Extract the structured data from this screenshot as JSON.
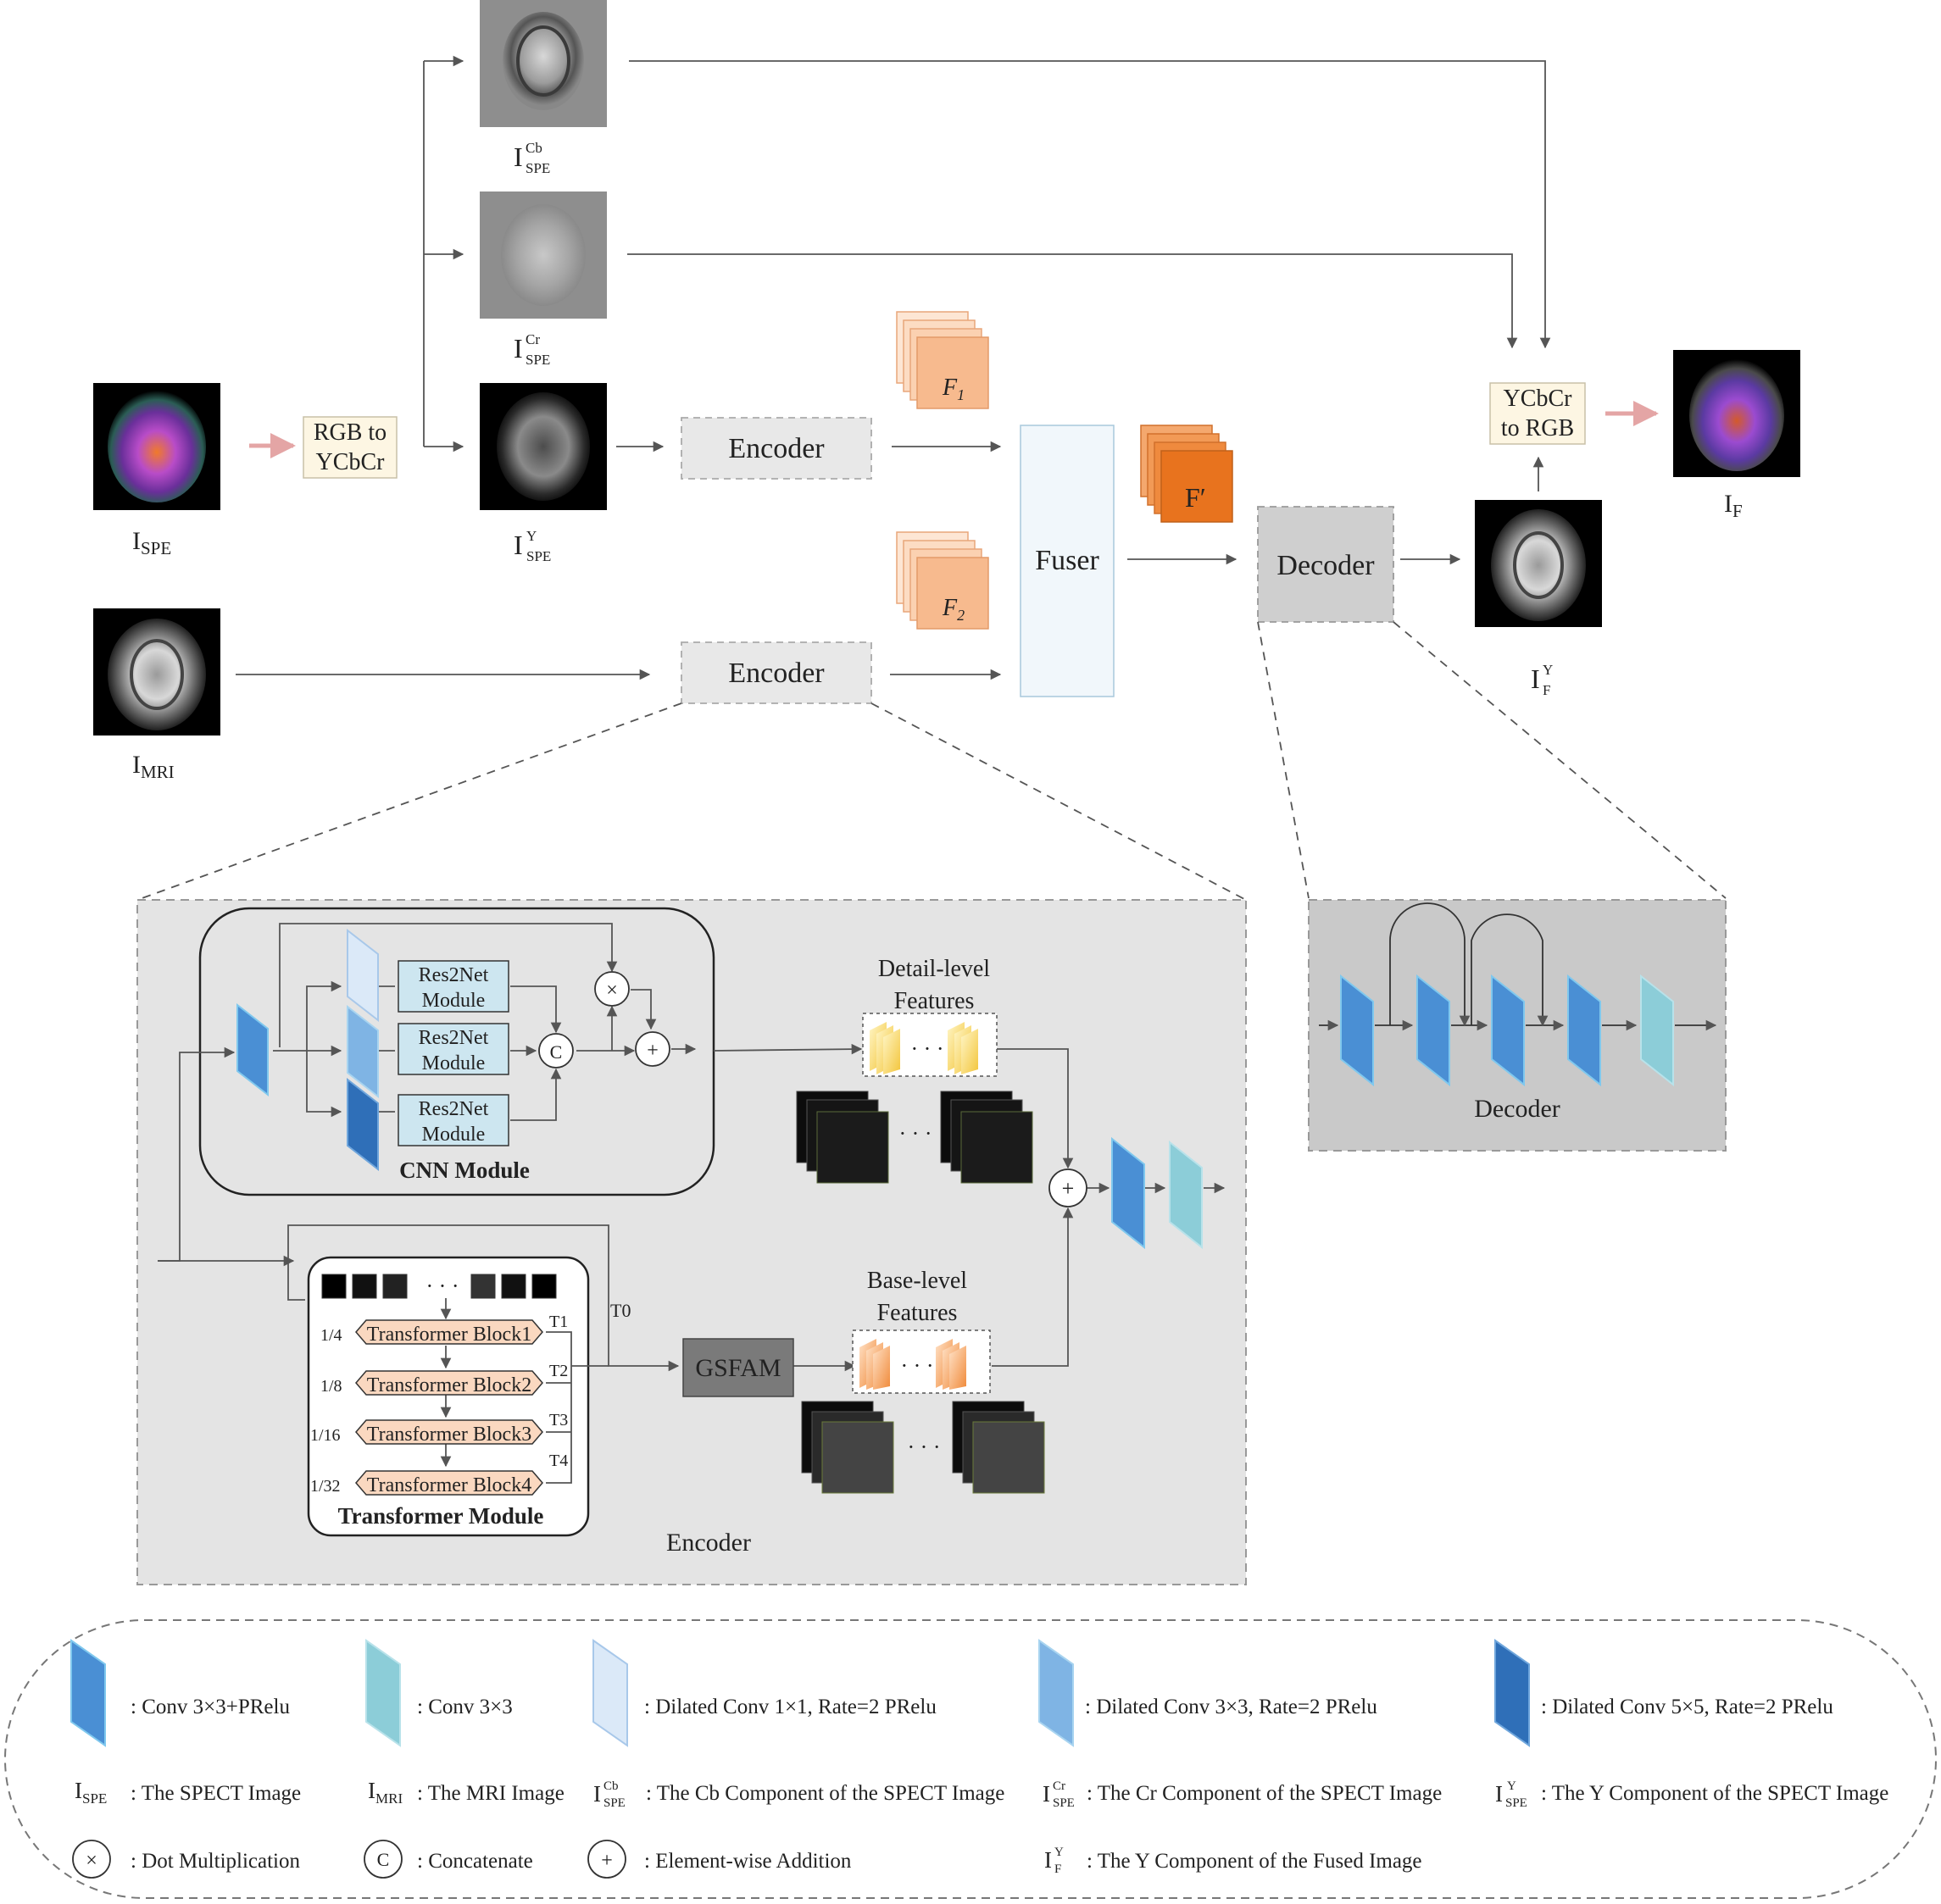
{
  "colors": {
    "conv_prelu": "#4a8fd4",
    "conv": "#8ccdd8",
    "dilated1": "#dbe9f8",
    "dilated3": "#7fb4e4",
    "dilated5": "#2f6fb8",
    "feature_orange": "#f7ba8e",
    "feature_dark_orange": "#e8731e",
    "module_blue": "#cde6f0",
    "transformer_block": "#fad8c0",
    "panel_gray": "#e4e4e4",
    "decoder_panel": "#c9c9c9",
    "label_box": "#fdf6e3",
    "fuser_box": "#f1f7fb",
    "gsfam_box": "#7a7a7a",
    "pink_arrow": "#e4a5a5"
  },
  "pipeline": {
    "rgb_to_ycbcr": [
      "RGB to",
      "YCbCr"
    ],
    "ycbcr_to_rgb": [
      "YCbCr",
      "to RGB"
    ],
    "encoder_top": "Encoder",
    "encoder_bottom": "Encoder",
    "fuser": "Fuser",
    "decoder": "Decoder",
    "f1": {
      "base": "F",
      "sub": "1"
    },
    "f2": {
      "base": "F",
      "sub": "2"
    },
    "f_prime": "F′",
    "labels": {
      "spe": {
        "base": "I",
        "sub": "SPE"
      },
      "mri": {
        "base": "I",
        "sub": "MRI"
      },
      "spe_cb": {
        "base": "I",
        "sup": "Cb",
        "sub": "SPE"
      },
      "spe_cr": {
        "base": "I",
        "sup": "Cr",
        "sub": "SPE"
      },
      "spe_y": {
        "base": "I",
        "sup": "Y",
        "sub": "SPE"
      },
      "fused": {
        "base": "I",
        "sub": "F"
      },
      "fused_y": {
        "base": "I",
        "sup": "Y",
        "sub": "F"
      }
    }
  },
  "encoder_panel": {
    "title": "Encoder",
    "cnn_module_title": "CNN Module",
    "res2net_lines": [
      "Res2Net",
      "Module"
    ],
    "transformer_module_title": "Transformer Module",
    "transformer_blocks": [
      {
        "label": "Transformer Block1",
        "scale": "1/4",
        "tap": "T1"
      },
      {
        "label": "Transformer Block2",
        "scale": "1/8",
        "tap": "T2"
      },
      {
        "label": "Transformer Block3",
        "scale": "1/16",
        "tap": "T3"
      },
      {
        "label": "Transformer Block4",
        "scale": "1/32",
        "tap": "T4"
      }
    ],
    "t0": "T0",
    "gsfam": "GSFAM",
    "detail_features": [
      "Detail-level",
      "Features"
    ],
    "base_features": [
      "Base-level",
      "Features"
    ],
    "ops": {
      "multiply": "×",
      "concat": "C",
      "add": "+"
    },
    "dots": "· · ·"
  },
  "decoder_panel": {
    "title": "Decoder"
  },
  "legend": {
    "layers": [
      {
        "key": "conv_prelu",
        "label": ": Conv 3×3+PRelu"
      },
      {
        "key": "conv",
        "label": ": Conv 3×3"
      },
      {
        "key": "dilated1",
        "label": ": Dilated Conv 1×1, Rate=2 PRelu"
      },
      {
        "key": "dilated3",
        "label": ": Dilated Conv 3×3, Rate=2 PRelu"
      },
      {
        "key": "dilated5",
        "label": ": Dilated Conv 5×5, Rate=2 PRelu"
      }
    ],
    "symbols": [
      {
        "base": "I",
        "sub": "SPE",
        "label": ": The SPECT Image"
      },
      {
        "base": "I",
        "sub": "MRI",
        "label": ": The MRI Image"
      },
      {
        "base": "I",
        "sup": "Cb",
        "sub": "SPE",
        "label": ": The Cb Component of the SPECT Image"
      },
      {
        "base": "I",
        "sup": "Cr",
        "sub": "SPE",
        "label": ": The Cr Component of the SPECT Image"
      },
      {
        "base": "I",
        "sup": "Y",
        "sub": "SPE",
        "label": ": The Y Component of the SPECT Image"
      }
    ],
    "ops": [
      {
        "symbol": "×",
        "label": ": Dot Multiplication"
      },
      {
        "symbol": "C",
        "label": ": Concatenate"
      },
      {
        "symbol": "+",
        "label": ": Element-wise Addition"
      }
    ],
    "fused_y": {
      "base": "I",
      "sup": "Y",
      "sub": "F",
      "label": ": The Y Component of the Fused Image"
    }
  }
}
